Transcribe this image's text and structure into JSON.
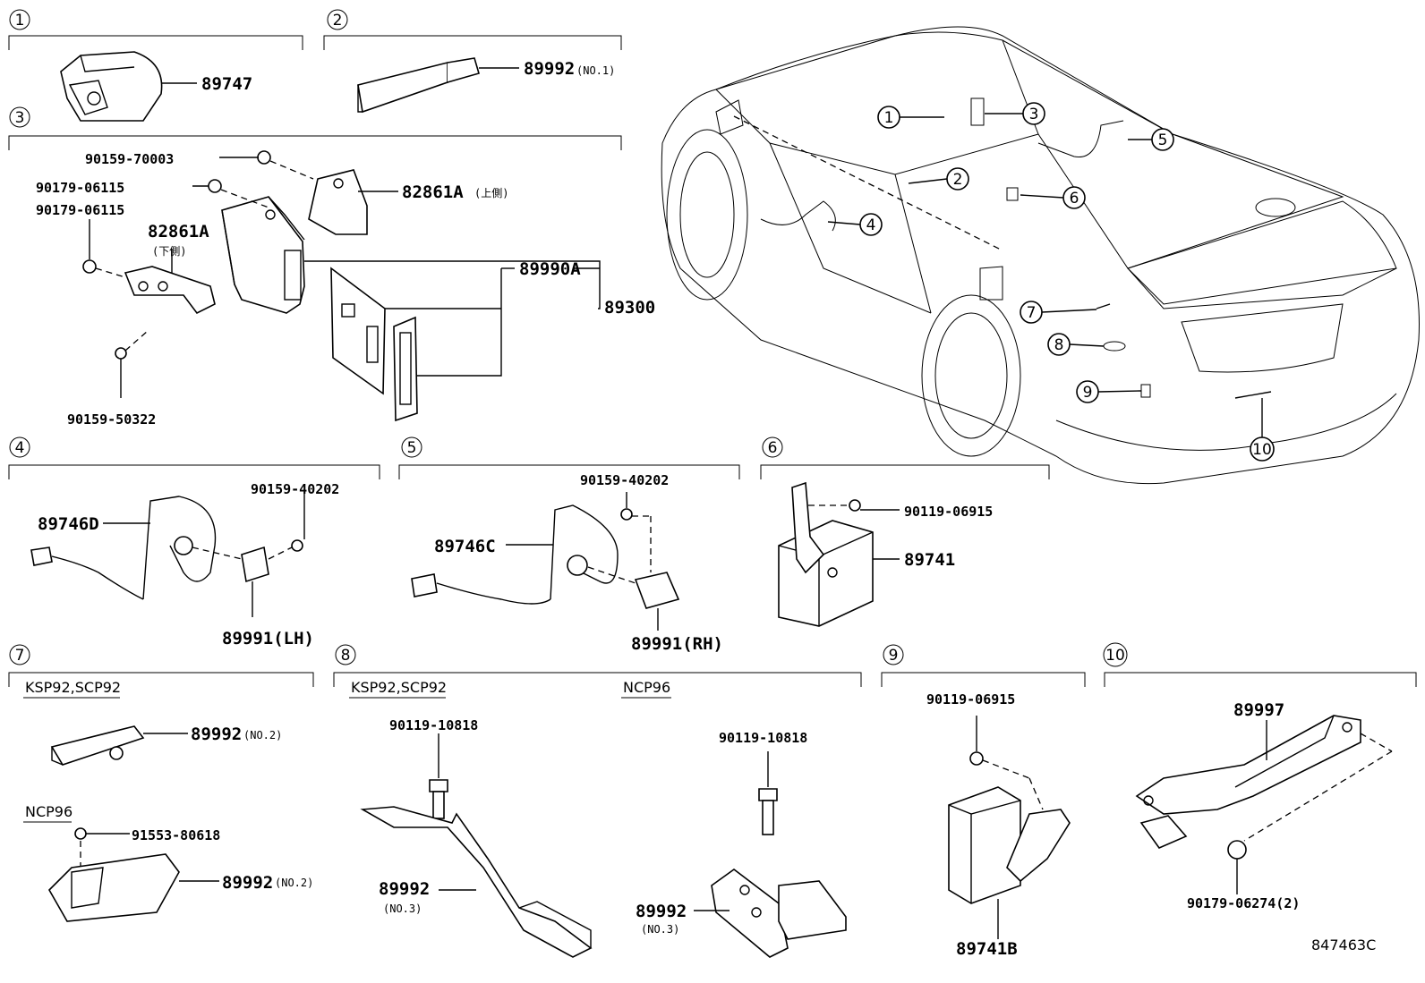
{
  "sections": [
    {
      "num": "1"
    },
    {
      "num": "2"
    },
    {
      "num": "3"
    },
    {
      "num": "4"
    },
    {
      "num": "5"
    },
    {
      "num": "6"
    },
    {
      "num": "7"
    },
    {
      "num": "8"
    },
    {
      "num": "9"
    },
    {
      "num": "10"
    }
  ],
  "labels": {
    "s1_p1": "89747",
    "s2_p1": "89992",
    "s2_p1_sub": "(NO.1)",
    "s3_bolt_top": "90159-70003",
    "s3_nut_a": "90179-06115",
    "s3_nut_b": "90179-06115",
    "s3_bracket_up": "82861A",
    "s3_bracket_up_sub": "(上側)",
    "s3_bracket_lo": "82861A",
    "s3_bracket_lo_sub": "(下側)",
    "s3_ecu": "89300",
    "s3_board": "89990A",
    "s3_bolt_bottom": "90159-50322",
    "s4_bolt": "90159-40202",
    "s4_harness": "89746D",
    "s4_switch": "89991(LH)",
    "s5_bolt": "90159-40202",
    "s5_harness": "89746C",
    "s5_switch": "89991(RH)",
    "s6_bolt": "90119-06915",
    "s6_unit": "89741",
    "s7_cat1": "KSP92,SCP92",
    "s7_p1": "89992",
    "s7_p1_sub": "(NO.2)",
    "s7_cat2": "NCP96",
    "s7_screw": "91553-80618",
    "s7_p2": "89992",
    "s7_p2_sub": "(NO.2)",
    "s8_cat1": "KSP92,SCP92",
    "s8_cat2": "NCP96",
    "s8_bolt1": "90119-10818",
    "s8_p1": "89992",
    "s8_p1_sub": "(NO.3)",
    "s8_bolt2": "90119-10818",
    "s8_p2": "89992",
    "s8_p2_sub": "(NO.3)",
    "s9_bolt": "90119-06915",
    "s9_unit": "89741B",
    "s10_p1": "89997",
    "s10_nut": "90179-06274(2)",
    "figure_code": "847463C"
  },
  "car_callouts": [
    "1",
    "2",
    "3",
    "4",
    "5",
    "6",
    "7",
    "8",
    "9",
    "10"
  ]
}
